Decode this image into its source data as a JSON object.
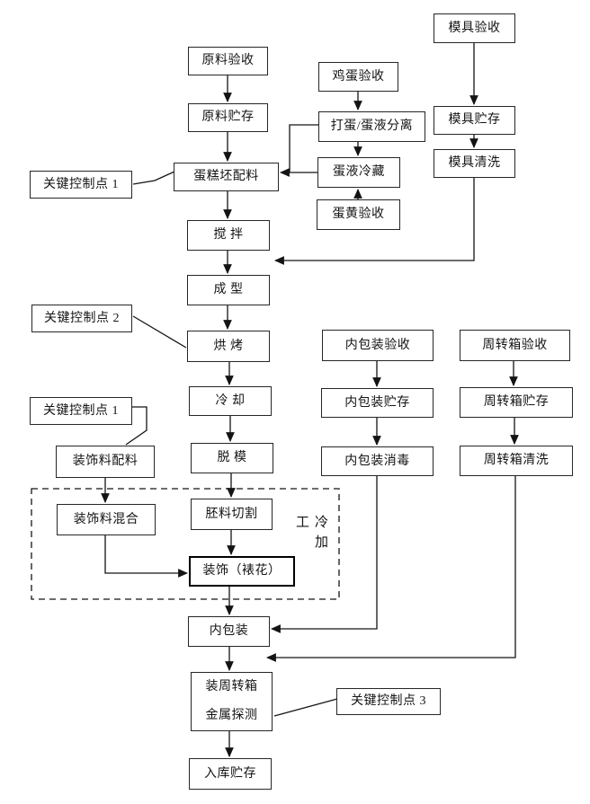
{
  "diagram_type": "flowchart",
  "colors": {
    "background": "#ffffff",
    "box_border": "#262626",
    "box_border_strong": "#000000",
    "line": "#141414",
    "text": "#141414"
  },
  "nodes": {
    "raw_inspect": {
      "label": "原料验收"
    },
    "raw_store": {
      "label": "原料贮存"
    },
    "egg_inspect": {
      "label": "鸡蛋验收"
    },
    "egg_separate": {
      "label": "打蛋/蛋液分离"
    },
    "egg_liquid_chill": {
      "label": "蛋液冷藏"
    },
    "yolk_inspect": {
      "label": "蛋黄验收"
    },
    "mold_inspect": {
      "label": "模具验收"
    },
    "mold_store": {
      "label": "模具贮存"
    },
    "mold_clean": {
      "label": "模具清洗"
    },
    "ccp1_top": {
      "label": "关键控制点 1"
    },
    "cake_batter": {
      "label": "蛋糕坯配料"
    },
    "stir": {
      "label": "搅 拌"
    },
    "shape": {
      "label": "成 型"
    },
    "ccp2": {
      "label": "关键控制点 2"
    },
    "bake": {
      "label": "烘 烤"
    },
    "cool": {
      "label": "冷 却"
    },
    "demold": {
      "label": "脱 模"
    },
    "ccp1_lower": {
      "label": "关键控制点 1"
    },
    "deco_prep": {
      "label": "装饰料配料"
    },
    "deco_mix": {
      "label": "装饰料混合"
    },
    "blank_cut": {
      "label": "胚料切割"
    },
    "decorate": {
      "label": "装饰（裱花）"
    },
    "cold_zone": {
      "label": "冷加工"
    },
    "inner_pack_inspect": {
      "label": "内包装验收"
    },
    "inner_pack_store": {
      "label": "内包装贮存"
    },
    "inner_pack_disinfect": {
      "label": "内包装消毒"
    },
    "box_inspect": {
      "label": "周转箱验收"
    },
    "box_store": {
      "label": "周转箱贮存"
    },
    "box_clean": {
      "label": "周转箱清洗"
    },
    "inner_pack": {
      "label": "内包装"
    },
    "load_box": {
      "label": "装周转箱"
    },
    "metal_detect": {
      "label": "金属探测"
    },
    "ccp3": {
      "label": "关键控制点 3"
    },
    "warehouse": {
      "label": "入库贮存"
    }
  },
  "edges": [
    {
      "from": "raw_inspect",
      "to": "raw_store",
      "arrow": true
    },
    {
      "from": "raw_store",
      "to": "cake_batter",
      "arrow": true
    },
    {
      "from": "egg_inspect",
      "to": "egg_separate",
      "arrow": true
    },
    {
      "from": "egg_separate",
      "to": "egg_liquid_chill",
      "arrow": true
    },
    {
      "from": "yolk_inspect",
      "to": "egg_liquid_chill",
      "arrow": true
    },
    {
      "from": "egg_liquid_chill",
      "to": "cake_batter",
      "arrow": true
    },
    {
      "from": "egg_separate",
      "to": "cake_batter",
      "arrow": true
    },
    {
      "from": "mold_inspect",
      "to": "mold_store",
      "arrow": true
    },
    {
      "from": "mold_store",
      "to": "mold_clean",
      "arrow": true
    },
    {
      "from": "mold_clean",
      "to": "main_flow_between_stir_and_shape",
      "arrow": true
    },
    {
      "from": "ccp1_top",
      "to": "cake_batter",
      "arrow": false
    },
    {
      "from": "cake_batter",
      "to": "stir",
      "arrow": true
    },
    {
      "from": "stir",
      "to": "shape",
      "arrow": true
    },
    {
      "from": "shape",
      "to": "bake",
      "arrow": true
    },
    {
      "from": "ccp2",
      "to": "bake",
      "arrow": false
    },
    {
      "from": "bake",
      "to": "cool",
      "arrow": true
    },
    {
      "from": "cool",
      "to": "demold",
      "arrow": true
    },
    {
      "from": "demold",
      "to": "blank_cut",
      "arrow": true
    },
    {
      "from": "blank_cut",
      "to": "decorate",
      "arrow": true
    },
    {
      "from": "ccp1_lower",
      "to": "deco_prep",
      "arrow": false
    },
    {
      "from": "deco_prep",
      "to": "deco_mix",
      "arrow": true
    },
    {
      "from": "deco_mix",
      "to": "decorate",
      "arrow": true
    },
    {
      "from": "decorate",
      "to": "inner_pack",
      "arrow": true
    },
    {
      "from": "inner_pack_inspect",
      "to": "inner_pack_store",
      "arrow": true
    },
    {
      "from": "inner_pack_store",
      "to": "inner_pack_disinfect",
      "arrow": true
    },
    {
      "from": "inner_pack_disinfect",
      "to": "inner_pack",
      "arrow": true
    },
    {
      "from": "box_inspect",
      "to": "box_store",
      "arrow": true
    },
    {
      "from": "box_store",
      "to": "box_clean",
      "arrow": true
    },
    {
      "from": "box_clean",
      "to": "main_flow_between_inner_pack_and_load_box",
      "arrow": true
    },
    {
      "from": "inner_pack",
      "to": "load_box",
      "arrow": true
    },
    {
      "from": "ccp3",
      "to": "metal_detect",
      "arrow": false
    },
    {
      "from": "metal_detect",
      "to": "warehouse",
      "arrow": true
    }
  ]
}
